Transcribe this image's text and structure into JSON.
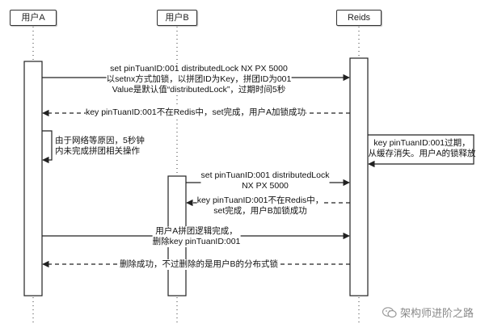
{
  "actors": {
    "user_a": "用户A",
    "user_b": "用户B",
    "redis": "Reids"
  },
  "messages": {
    "m1": {
      "line1": "set pinTuanID:001 distributedLock NX PX 5000",
      "line2": "以setnx方式加锁，以拼团ID为Key，拼团ID为001",
      "line3": "Value是默认值“distributedLock”，过期时间5秒"
    },
    "m2": "key pinTuanID:001不在Redis中，set完成，用户A加锁成功",
    "m3": {
      "line1": "由于网络等原因，5秒钟",
      "line2": "内未完成拼团相关操作"
    },
    "m4": {
      "line1": "key pinTuanID:001过期，",
      "line2": "从缓存消失。用户A的锁释放"
    },
    "m5": {
      "line1": "set pinTuanID:001 distributedLock",
      "line2": "NX PX 5000"
    },
    "m6": {
      "line1": "key pinTuanID:001不在Redis中，",
      "line2": "set完成，用户B加锁成功"
    },
    "m7": {
      "line1": "用户A拼团逻辑完成，",
      "line2": "删除key pinTuanID:001"
    },
    "m8": "删除成功，不过删除的是用户B的分布式锁"
  },
  "watermark": "架构师进阶之路",
  "colors": {
    "line": "#222222",
    "activation_fill": "#ffffff",
    "lifeline": "#333333"
  }
}
